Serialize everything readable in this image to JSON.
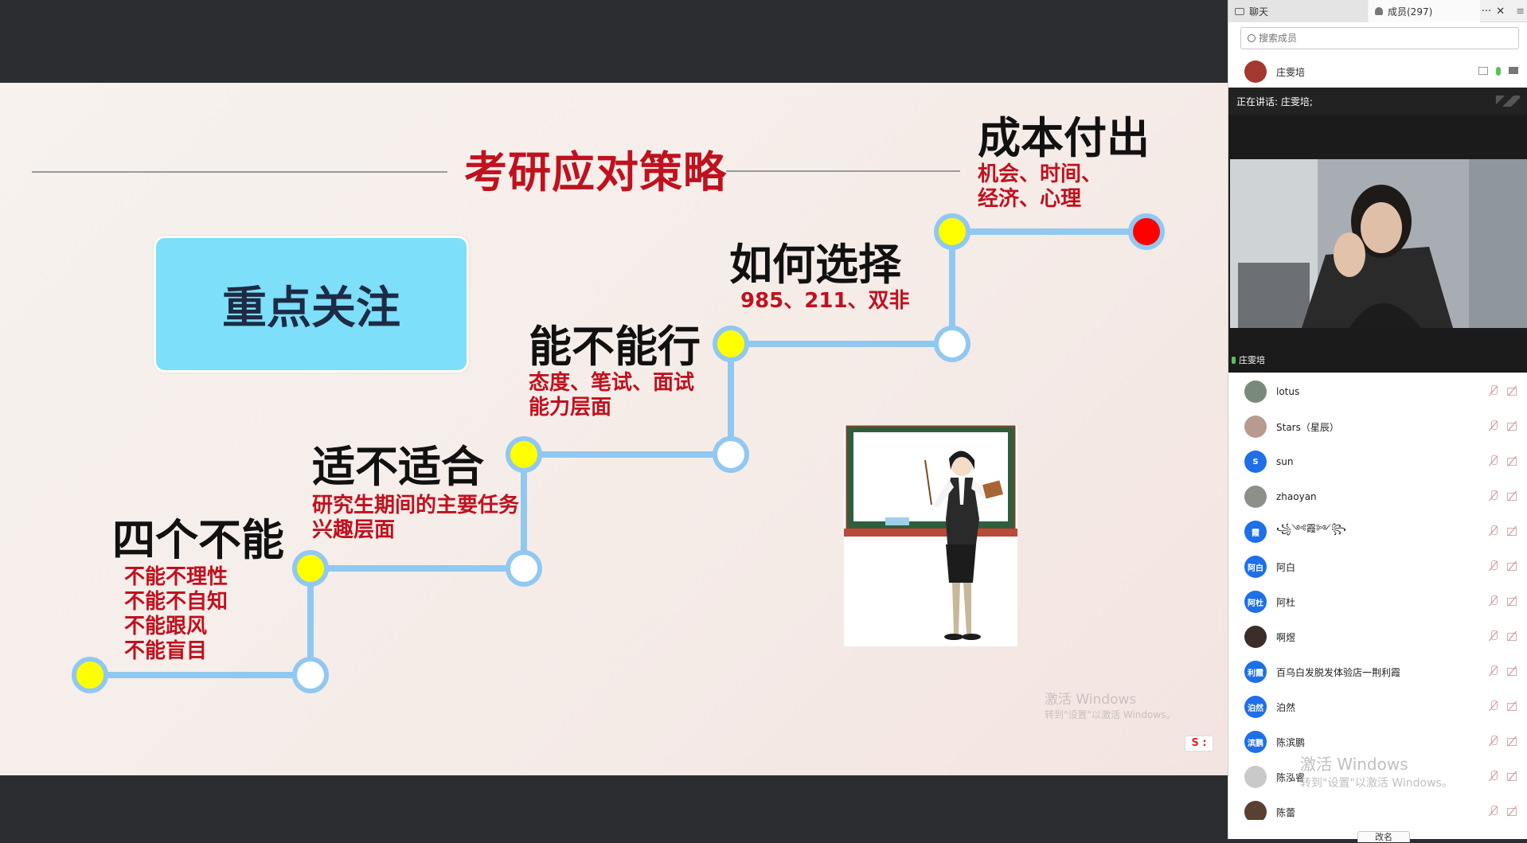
{
  "slide": {
    "title": "考研应对策略",
    "focus_label": "重点关注",
    "steps": [
      {
        "title": "四个不能",
        "lines": [
          "不能不理性",
          "不能不自知",
          "不能跟风",
          "不能盲目"
        ]
      },
      {
        "title": "适不适合",
        "lines": [
          "研究生期间的主要任务",
          "兴趣层面"
        ]
      },
      {
        "title": "能不能行",
        "lines": [
          "态度、笔试、面试",
          "能力层面"
        ]
      },
      {
        "title": "如何选择",
        "lines": [
          "985、211、双非"
        ]
      },
      {
        "title": "成本付出",
        "lines": [
          "机会、时间、",
          "经济、心理"
        ]
      }
    ],
    "watermark": {
      "line1": "激活 Windows",
      "line2": "转到\"设置\"以激活 Windows。"
    },
    "mini_tool": "S :"
  },
  "colors": {
    "path": "#90c8f2",
    "node_active": "#ffff00",
    "node_end": "#ff0000",
    "title_red": "#c0111e",
    "focus_bg": "#7ddff9"
  },
  "panel": {
    "tab_chat": "聊天",
    "tab_members": "成员(297)",
    "tab_more": "···",
    "tab_close": "✕",
    "tab_menu": "≡",
    "search_placeholder": "搜索成员",
    "host_name": "庄雯培",
    "speaking_label": "正在讲话: 庄雯培;",
    "video_label": "庄雯培",
    "members": [
      {
        "name": "lotus",
        "avatar_text": "",
        "avatar_color": "#7a8a7a"
      },
      {
        "name": "Stars（星辰）",
        "avatar_text": "",
        "avatar_color": "#b89b8e"
      },
      {
        "name": "sun",
        "avatar_text": "S",
        "avatar_color": "#1e6fe8"
      },
      {
        "name": "zhaoyan",
        "avatar_text": "",
        "avatar_color": "#8d8f8a"
      },
      {
        "name": "꧁༺霞༻꧂",
        "avatar_text": "霞",
        "avatar_color": "#1e6fe8"
      },
      {
        "name": "阿白",
        "avatar_text": "阿白",
        "avatar_color": "#1e6fe8"
      },
      {
        "name": "阿杜",
        "avatar_text": "阿杜",
        "avatar_color": "#1e6fe8"
      },
      {
        "name": "啊煜",
        "avatar_text": "",
        "avatar_color": "#3a2d2a"
      },
      {
        "name": "百乌白发脱发体验店一荆利霞",
        "avatar_text": "利霞",
        "avatar_color": "#1e6fe8"
      },
      {
        "name": "泊然",
        "avatar_text": "泊然",
        "avatar_color": "#1e6fe8"
      },
      {
        "name": "陈滨鹏",
        "avatar_text": "滨鹏",
        "avatar_color": "#1e6fe8"
      },
      {
        "name": "陈泓睿",
        "avatar_text": "",
        "avatar_color": "#c9c9c9"
      },
      {
        "name": "陈蕾",
        "avatar_text": "",
        "avatar_color": "#5a4030"
      }
    ],
    "watermark": {
      "line1": "激活 Windows",
      "line2": "转到\"设置\"以激活 Windows。"
    },
    "bottom_button": "改名"
  }
}
